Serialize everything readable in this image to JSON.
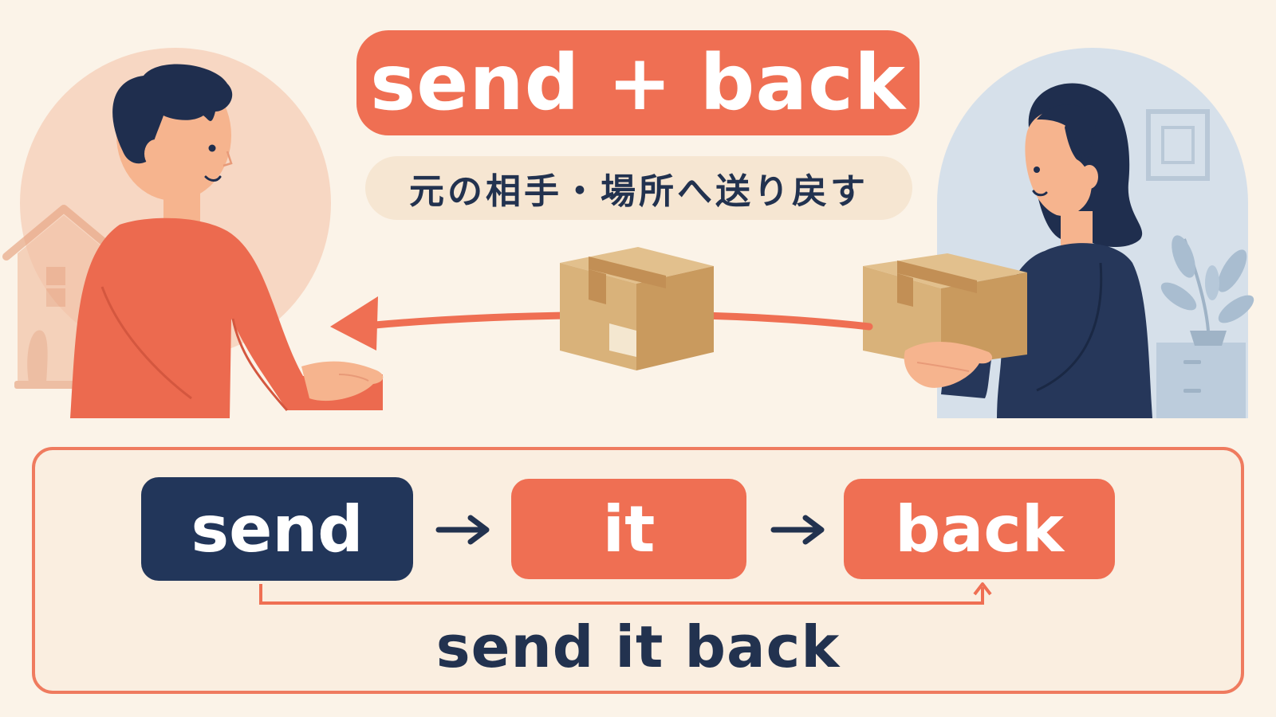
{
  "title": "send + back",
  "subtitle": "元の相手・場所へ送り戻す",
  "phrase_parts": [
    "send",
    "it",
    "back"
  ],
  "result_phrase": "send it back",
  "colors": {
    "background": "#FBF3E8",
    "coral": "#EF6F53",
    "navy": "#22365A",
    "cardboard": "#D9B27A"
  },
  "icons": [
    "house-icon",
    "plant-icon",
    "picture-frame-icon",
    "package-box-icon",
    "arrow-left-icon",
    "arrow-right-icon"
  ]
}
